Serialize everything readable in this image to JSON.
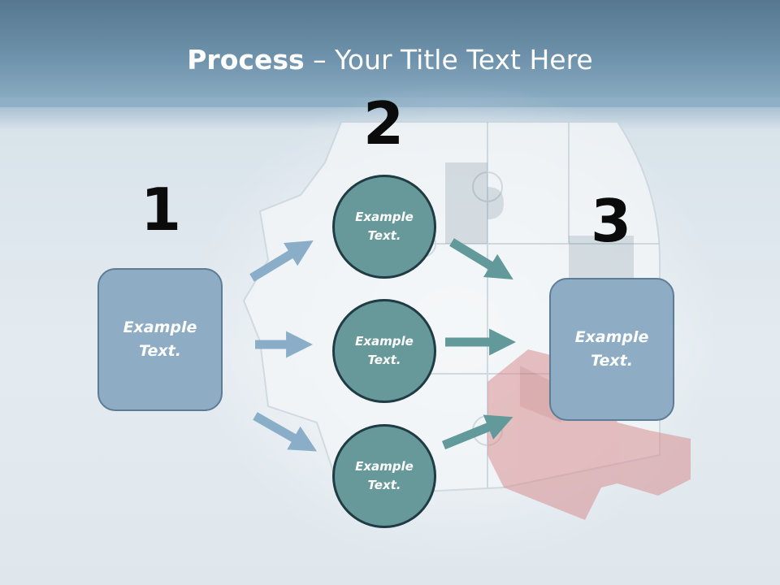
{
  "title": {
    "bold": "Process",
    "rest": " – Your Title Text Here"
  },
  "steps": [
    {
      "number": "1",
      "text_line1": "Example",
      "text_line2": "Text."
    },
    {
      "number": "2"
    },
    {
      "number": "3",
      "text_line1": "Example",
      "text_line2": "Text."
    }
  ],
  "circles": [
    {
      "text_line1": "Example",
      "text_line2": "Text."
    },
    {
      "text_line1": "Example",
      "text_line2": "Text."
    },
    {
      "text_line1": "Example",
      "text_line2": "Text."
    }
  ],
  "colors": {
    "header": "#6f93ac",
    "box_fill": "#8eadc4",
    "box_border": "#5d7d96",
    "circle_fill": "#68999a",
    "circle_border": "#1f3b44",
    "left_arrows": "#8aaec8",
    "right_arrows": "#62999a"
  }
}
